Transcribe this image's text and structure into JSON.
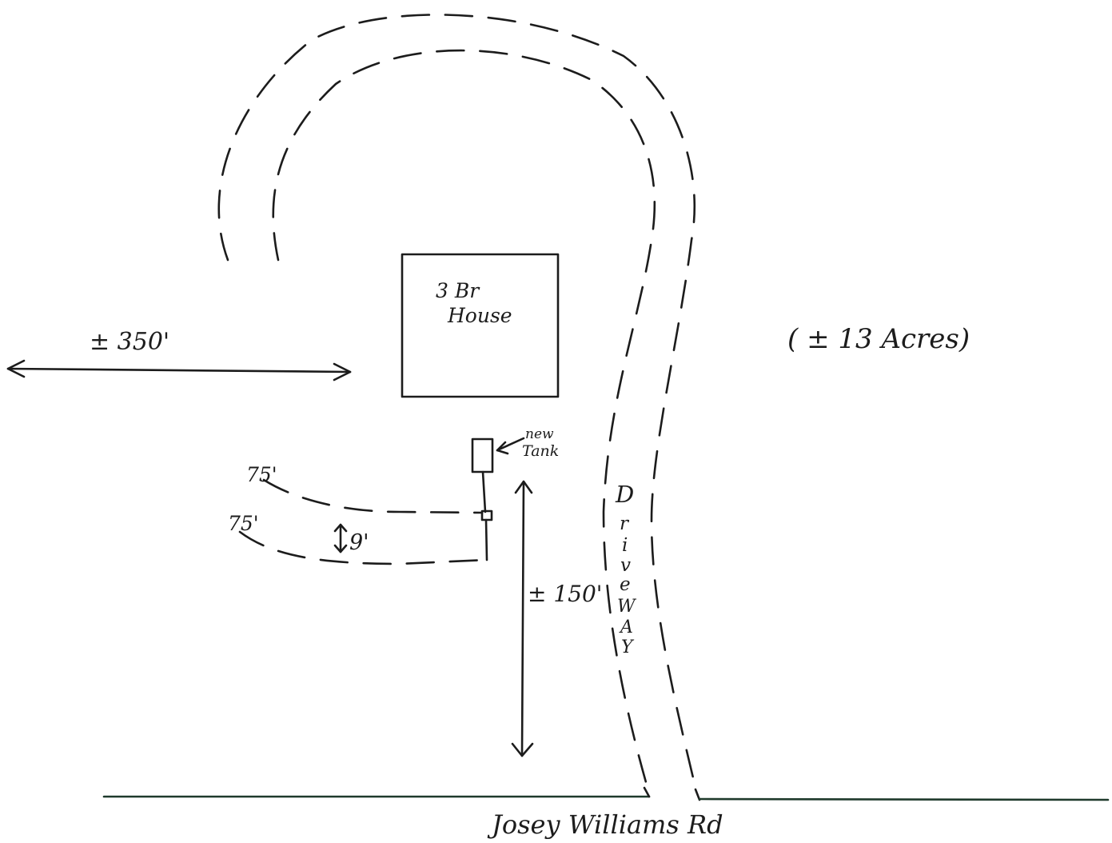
{
  "labels": {
    "house": [
      "3 Br",
      "House"
    ],
    "tank": [
      "new",
      "Tank"
    ],
    "width_dim": "± 350'",
    "acreage": "( ± 13 Acres)",
    "depth_dim": "± 150'",
    "line_upper": "75'",
    "line_lower": "75'",
    "line_spacing": "9'",
    "driveway": [
      "D",
      "r",
      "i",
      "v",
      "e",
      "W",
      "A",
      "Y"
    ],
    "road": "Josey Williams Rd"
  }
}
